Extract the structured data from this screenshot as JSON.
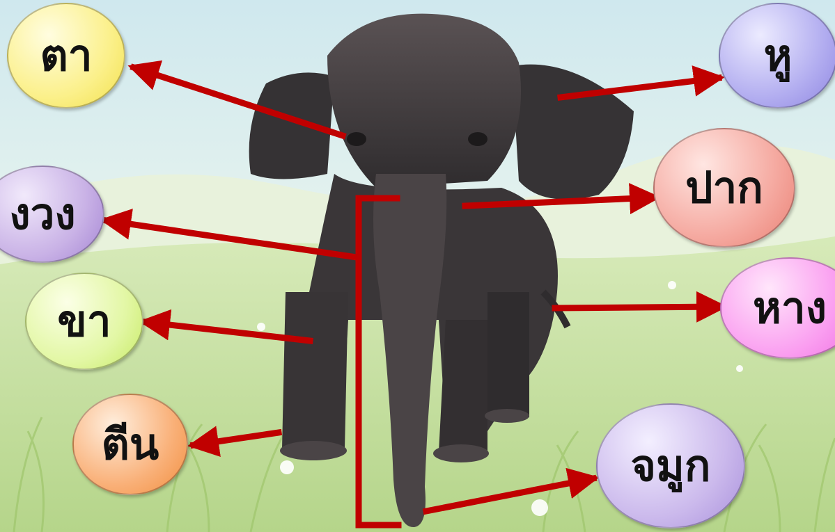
{
  "labels": {
    "eye": "ตา",
    "ear": "หู",
    "tusk": "งวง",
    "mouth": "ปาก",
    "leg": "ขา",
    "tail": "หาง",
    "foot": "ตีน",
    "trunk": "จมูก"
  },
  "colors": {
    "arrow": "#c00000",
    "sky_top": "#d6ecf1",
    "grass": "#b8d985",
    "eye_bubble": "#fbf08a",
    "ear_bubble": "#b3aef0",
    "tusk_bubble": "#c9b2e6",
    "mouth_bubble": "#f5a9a0",
    "leg_bubble": "#e2f7a4",
    "tail_bubble": "#fa9ef0",
    "foot_bubble": "#f9b078",
    "trunk_bubble": "#cbb9ec",
    "elephant": "#3e3a3c"
  }
}
